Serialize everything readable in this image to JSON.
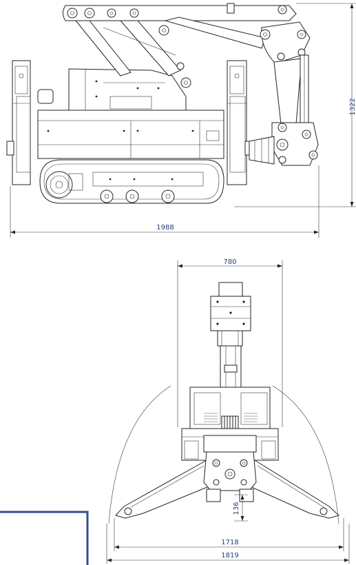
{
  "dimensions": {
    "side_height": "1322",
    "side_length": "1988",
    "top_width": "780",
    "ground_clearance": "136",
    "outrigger_inner": "1718",
    "outrigger_outer": "1819"
  },
  "colors": {
    "line": "#222222",
    "dimension_text": "#1f3f7a",
    "frame_border": "#2f4f8f"
  }
}
